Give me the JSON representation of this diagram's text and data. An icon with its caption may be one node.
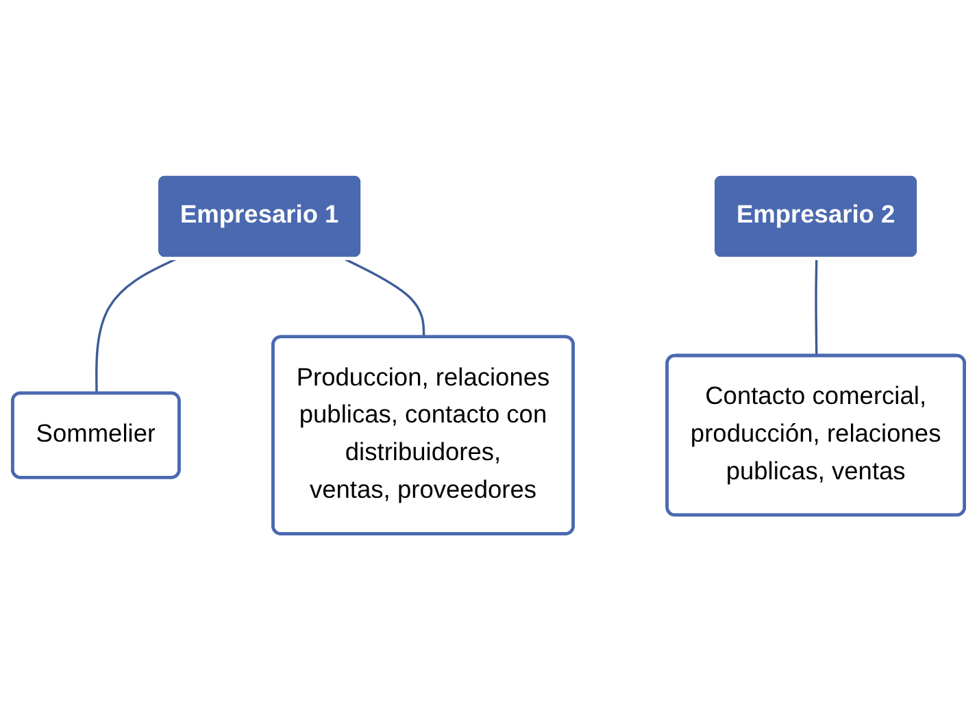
{
  "diagram": {
    "nodes": [
      {
        "text": [
          "Empresario 1"
        ]
      },
      {
        "text": [
          "Sommelier"
        ]
      },
      {
        "text": [
          "Produccion, relaciones publicas, contacto con distribuidores, ventas, proveedores"
        ]
      },
      {
        "text": [
          "Empresario 2"
        ]
      },
      {
        "text": [
          "Contacto comercial, producción, relaciones publicas, ventas"
        ]
      }
    ],
    "edges": [
      {
        "from": 0,
        "to": 1,
        "arrow": "none"
      },
      {
        "from": 0,
        "to": 2,
        "arrow": "none"
      },
      {
        "from": 3,
        "to": 4,
        "arrow": "none"
      }
    ]
  }
}
